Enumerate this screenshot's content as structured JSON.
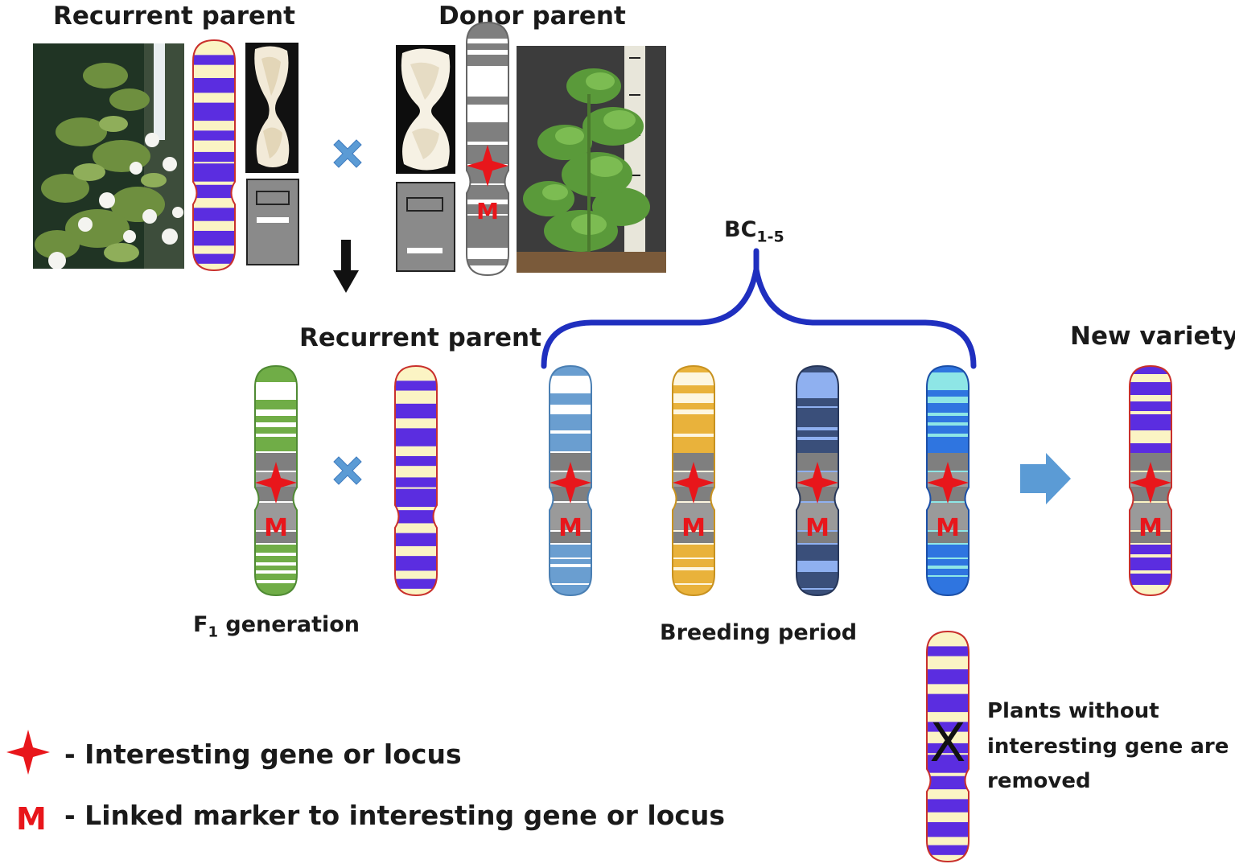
{
  "labels": {
    "recurrent_parent_top": "Recurrent parent",
    "donor_parent": "Donor parent",
    "recurrent_parent_mid": "Recurrent parent",
    "new_variety": "New  variety",
    "bc_main": "BC",
    "bc_sub": "1-5",
    "f1_prefix": "F",
    "f1_sub": "1",
    "f1_suffix": " generation",
    "breeding_period": "Breeding period",
    "removed_line1": "Plants  without",
    "removed_line2": "interesting  gene are",
    "removed_line3": "removed",
    "marker_letter": "M",
    "removed_x": "X"
  },
  "legend": {
    "star_text": "- Interesting gene or locus",
    "marker_symbol": "M",
    "marker_text": "- Linked marker to interesting gene or locus"
  },
  "colors": {
    "recurrent_band": "#5b2de0",
    "recurrent_light": "#fbf4c4",
    "recurrent_outline": "#c9302c",
    "donor_band": "#7f7f7f",
    "f1_green": "#70ad47",
    "bc1_steelblue": "#6a9ed0",
    "bc2_gold": "#e9b23b",
    "bc3_navy": "#3a4f7a",
    "bc4_blue": "#2f75e0",
    "gene_star": "#e8161b",
    "cross_mark": "#5b9bd5",
    "bracket": "#1f2fbf",
    "arrow_blue": "#5b9bd5"
  }
}
